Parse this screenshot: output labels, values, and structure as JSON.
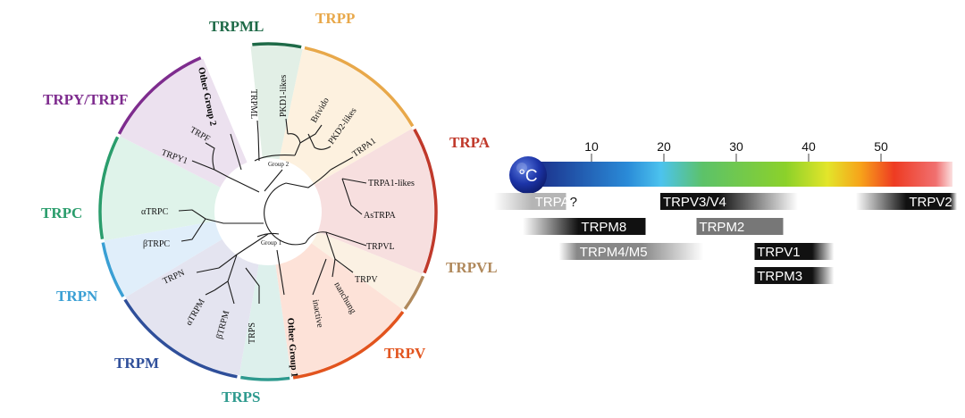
{
  "tree": {
    "families": [
      {
        "key": "trpml",
        "label": "TRPML",
        "color": "#1e6a47",
        "fill": "#e2efe6"
      },
      {
        "key": "trpp",
        "label": "TRPP",
        "color": "#e8a84a",
        "fill": "#fdf1df"
      },
      {
        "key": "trpa",
        "label": "TRPA",
        "color": "#c0392b",
        "fill": "#f7dfdf"
      },
      {
        "key": "trpvl",
        "label": "TRPVL",
        "color": "#b0895c",
        "fill": "#fbf1e3"
      },
      {
        "key": "trpv",
        "label": "TRPV",
        "color": "#e2541e",
        "fill": "#fde2d8"
      },
      {
        "key": "trps",
        "label": "TRPS",
        "color": "#2e9a8e",
        "fill": "#ddf0ec"
      },
      {
        "key": "trpm",
        "label": "TRPM",
        "color": "#2f4f9a",
        "fill": "#e4e4f0"
      },
      {
        "key": "trpn",
        "label": "TRPN",
        "color": "#3a9fd4",
        "fill": "#e0eefa"
      },
      {
        "key": "trpc",
        "label": "TRPC",
        "color": "#2a9d6c",
        "fill": "#dff3ea"
      },
      {
        "key": "trpy",
        "label": "TRPY/TRPF",
        "color": "#7e2c8e",
        "fill": "#ece1ef"
      }
    ],
    "leaves": {
      "trpml": "TRPML",
      "pkd1": "PKD1-likes",
      "brivido": "Brivido",
      "pkd2": "PKD2-likes",
      "trpa1": "TRPA1",
      "trpa1likes": "TRPA1-likes",
      "astrpa": "AsTRPA",
      "trpvl": "TRPVL",
      "trpv": "TRPV",
      "nanchung": "nanchung",
      "inactive": "inactive",
      "trps": "TRPS",
      "btrpm": "βTRPM",
      "atrpm": "αTRPM",
      "trpn": "TRPN",
      "btrpc": "βTRPC",
      "atrpc": "αTRPC",
      "trpy1": "TRPY1",
      "trpf": "TRPF"
    },
    "group1": "Group 1",
    "group2": "Group 2",
    "other_group1": "Other Group 1",
    "other_group2": "Other Group 2"
  },
  "thermo": {
    "unit": "°C",
    "axis": {
      "min": 0,
      "max": 60
    },
    "ticks": [
      10,
      20,
      30,
      40,
      50
    ],
    "question": "?",
    "channels": [
      {
        "name": "TRPA1",
        "lo": -3.5,
        "hi": 6.5,
        "dark": [
          1.8,
          6.5
        ],
        "fill": "#b5b5b5",
        "text": "#ffffff",
        "row": 0
      },
      {
        "name": "TRPV3/V4",
        "lo": 19.5,
        "hi": 38.5,
        "dark": [
          19.5,
          27.5
        ],
        "fill": "#111111",
        "text": "#ffffff",
        "row": 0
      },
      {
        "name": "TRPV2",
        "lo": 46.5,
        "hi": 60.5,
        "dark": [
          53.5,
          59.5
        ],
        "fill": "#111111",
        "text": "#ffffff",
        "row": 0
      },
      {
        "name": "TRPM8",
        "lo": 0.5,
        "hi": 17.5,
        "dark": [
          8.2,
          17.5
        ],
        "fill": "#111111",
        "text": "#ffffff",
        "row": 1
      },
      {
        "name": "TRPM2",
        "lo": 24.5,
        "hi": 36.5,
        "dark": [
          24.5,
          36.5
        ],
        "fill": "#777777",
        "text": "#ffffff",
        "row": 1
      },
      {
        "name": "TRPM4/M5",
        "lo": 5.5,
        "hi": 25.5,
        "dark": [
          8.0,
          17.0
        ],
        "fill": "#888888",
        "text": "#ffffff",
        "row": 2
      },
      {
        "name": "TRPV1",
        "lo": 32.5,
        "hi": 43.5,
        "dark": [
          32.5,
          40.5
        ],
        "fill": "#111111",
        "text": "#ffffff",
        "row": 2
      },
      {
        "name": "TRPM3",
        "lo": 32.5,
        "hi": 43.5,
        "dark": [
          32.5,
          40.5
        ],
        "fill": "#111111",
        "text": "#ffffff",
        "row": 3
      }
    ]
  }
}
